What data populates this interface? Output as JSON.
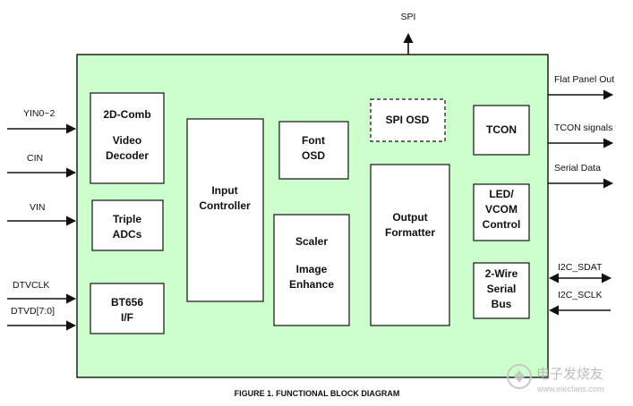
{
  "caption": "FIGURE 1. FUNCTIONAL BLOCK DIAGRAM",
  "watermark": "电子发烧友",
  "watermark_url": "www.elecfans.com",
  "colors": {
    "chip_fill": "#ccffcc",
    "line": "#111111"
  },
  "blocks": {
    "comb": [
      "2D-Comb",
      "Video",
      "Decoder"
    ],
    "adcs": [
      "Triple",
      "ADCs"
    ],
    "bt656": [
      "BT656",
      "I/F"
    ],
    "input": [
      "Input",
      "Controller"
    ],
    "font": [
      "Font",
      "OSD"
    ],
    "scaler": [
      "Scaler",
      "Image",
      "Enhance"
    ],
    "spi_osd": [
      "SPI OSD"
    ],
    "output": [
      "Output",
      "Formatter"
    ],
    "tcon": [
      "TCON"
    ],
    "led": [
      "LED/",
      "VCOM",
      "Control"
    ],
    "wire": [
      "2-Wire",
      "Serial",
      "Bus"
    ]
  },
  "signals": {
    "spi": "SPI",
    "yin": "YIN0~2",
    "cin": "CIN",
    "vin": "VIN",
    "dtvclk": "DTVCLK",
    "dtvd": "DTVD[7:0]",
    "flat_panel": "Flat Panel Out",
    "tcon_signals": "TCON signals",
    "serial_data": "Serial Data",
    "i2c_sdat": "I2C_SDAT",
    "i2c_sclk": "I2C_SCLK"
  }
}
